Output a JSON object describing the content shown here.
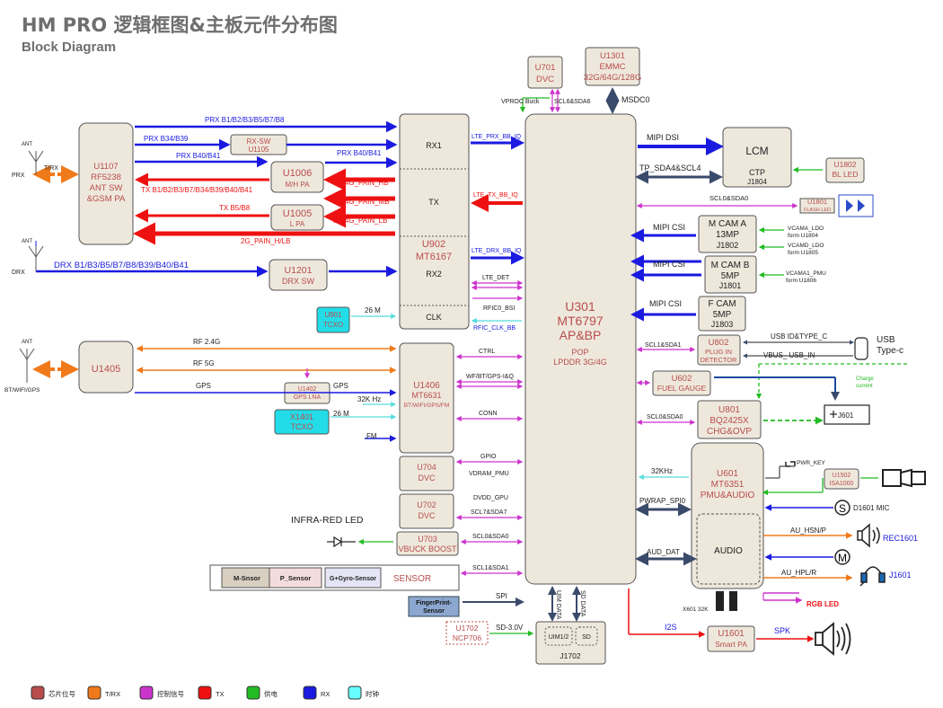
{
  "title": "HM PRO 逻辑框图&主板元件分布图",
  "subtitle": "Block Diagram",
  "blocks": {
    "u701": [
      "U701",
      "DVC"
    ],
    "u1301": [
      "U1301",
      "EMMC",
      "32G/64G/128G"
    ],
    "u1107": [
      "U1107",
      "RF5238",
      "ANT SW",
      "&GSM  PA"
    ],
    "u1105": [
      "RX-SW",
      "U1105"
    ],
    "u1006": [
      "U1006",
      "M/H PA"
    ],
    "u1005": [
      "U1005",
      "L PA"
    ],
    "u1201": [
      "U1201",
      "DRX SW"
    ],
    "u902": [
      "RX1",
      "TX",
      "U902",
      "MT6167",
      "RX2",
      "CLK"
    ],
    "u901": [
      "U901",
      "TCXO"
    ],
    "u1405": [
      "U1405"
    ],
    "u1402": [
      "U1402",
      "GPS LNA"
    ],
    "x1401": [
      "X1401",
      "TCXO"
    ],
    "u1406": [
      "U1406",
      "MT6631",
      "BT/WIFI/GPS/FM"
    ],
    "u704": [
      "U704",
      "DVC"
    ],
    "u702": [
      "U702",
      "DVC"
    ],
    "u703": [
      "U703",
      "VBUCK BOOST"
    ],
    "u301": [
      "U301",
      "MT6797",
      "AP&BP",
      "POP",
      "LPDDR 3G/4G"
    ],
    "lcm": [
      "LCM",
      "CTP",
      "J1804"
    ],
    "u1802": [
      "U1802",
      "BL LED"
    ],
    "u1801": [
      "U1801",
      "FLASH LED"
    ],
    "mcama": [
      "M CAM A",
      "13MP",
      "J1802"
    ],
    "mcamb": [
      "M CAM B",
      "5MP",
      "J1801"
    ],
    "fcam": [
      "F CAM",
      "5MP",
      "J1803"
    ],
    "u802": [
      "U802",
      "PLUG IN",
      "DETECTOR"
    ],
    "u602": [
      "U602",
      "FUEL GAUGE"
    ],
    "u801": [
      "U801",
      "BQ2425X",
      "CHG&OVP"
    ],
    "u601": [
      "U601",
      "MT6351",
      "PMU&AUDIO"
    ],
    "audio": [
      "AUDIO"
    ],
    "u1502": [
      "U1502",
      "ISA1000"
    ],
    "u1601": [
      "U1601",
      "Smart PA"
    ],
    "j1702": [
      "UIM1/2",
      "SD",
      "J1702"
    ],
    "u1702": [
      "U1702",
      "NCP706"
    ],
    "fingerprint": [
      "FingerPrint-",
      "Sensor"
    ],
    "sensor": [
      "M-Snsor",
      "P_Sensor",
      "G+Gyro-Sensor",
      "SENSOR"
    ]
  },
  "signals": [
    "PRX B1/B2/B3/B5/B7/B8",
    "PRX B34/B39",
    "PRX B40/B41",
    "PRX B40/B41",
    "TX B1/B2/B3/B7/B34/B39/B40/B41",
    "3G/4G_PAIN_HB",
    "3G/4G_PAIN_MB",
    "TX B5/B8",
    "3G/4G_PAIN_LB",
    "2G_PAIN_H/LB",
    "DRX B1/B3/B5/B7/B8/B39/B40/B41",
    "LTE_PRX_BB_IQ",
    "LTE_TX_BB_IQ",
    "LTE_DRX_BB_IQ",
    "LTE_DET",
    "RFIC0_BSI",
    "RFIC_CLK_BB",
    "26 M",
    "RF 2.4G",
    "RF 5G",
    "GPS",
    "GPS",
    "32K Hz",
    "26 M",
    "FM",
    "CTRL",
    "WF/BT/GPS-I&Q",
    "CONN",
    "GPIO",
    "VDRAM_PMU",
    "DVDD_GPU",
    "SCL7&SDA7",
    "SCL0&SDA0",
    "SCL1&SDA1",
    "SPI",
    "SD-3.0V",
    "UIM DATA",
    "SD DATA",
    "VPROC Buck",
    "SCL6&SDA6",
    "MSDC0",
    "MIPI DSI",
    "TP_SDA4&SCL4",
    "SCL0&SDA0",
    "MIPI CSI",
    "MIPI CSI",
    "MIPI CSI",
    "VCAMA_LDO",
    "form U1804",
    "VCAMD_LDO",
    "form U1805",
    "VCAMA1_PMU",
    "form U1806",
    "SCL1&SDA1",
    "USB ID&TYPE_C",
    "VBUS_ USB_IN",
    "SCL0&SDA0",
    "32KHz",
    "PWRAP_SPI0",
    "AUD_DAT",
    "I2S",
    "SPK",
    "AU_HSN/P",
    "AU_HPL/R",
    "PWR_KEY",
    "X601 32K"
  ],
  "labels": {
    "ant": [
      "ANT",
      "ANT",
      "ANT"
    ],
    "prx": "PRX",
    "trx": "T/RX",
    "drx": "DRX",
    "btwifi": "BT/WIFI/GPS",
    "infrared": "INFRA-RED LED",
    "usb": [
      "USB",
      "Type-c"
    ],
    "charge": [
      "Charge",
      "current"
    ],
    "j601": "J601",
    "mic": "D1601 MIC",
    "rec": "REC1601",
    "hp": "J1601",
    "rgb": "RGB LED"
  },
  "legend": [
    {
      "label": "芯片位号",
      "color": "#b84c4c"
    },
    {
      "label": "T/RX",
      "color": "#f07a1a"
    },
    {
      "label": "控制信号",
      "color": "#cc33cc"
    },
    {
      "label": "TX",
      "color": "#ee1111"
    },
    {
      "label": "供电",
      "color": "#22bb22"
    },
    {
      "label": "RX",
      "color": "#1a1ae0"
    },
    {
      "label": "时钟",
      "color": "#66ffff"
    }
  ]
}
